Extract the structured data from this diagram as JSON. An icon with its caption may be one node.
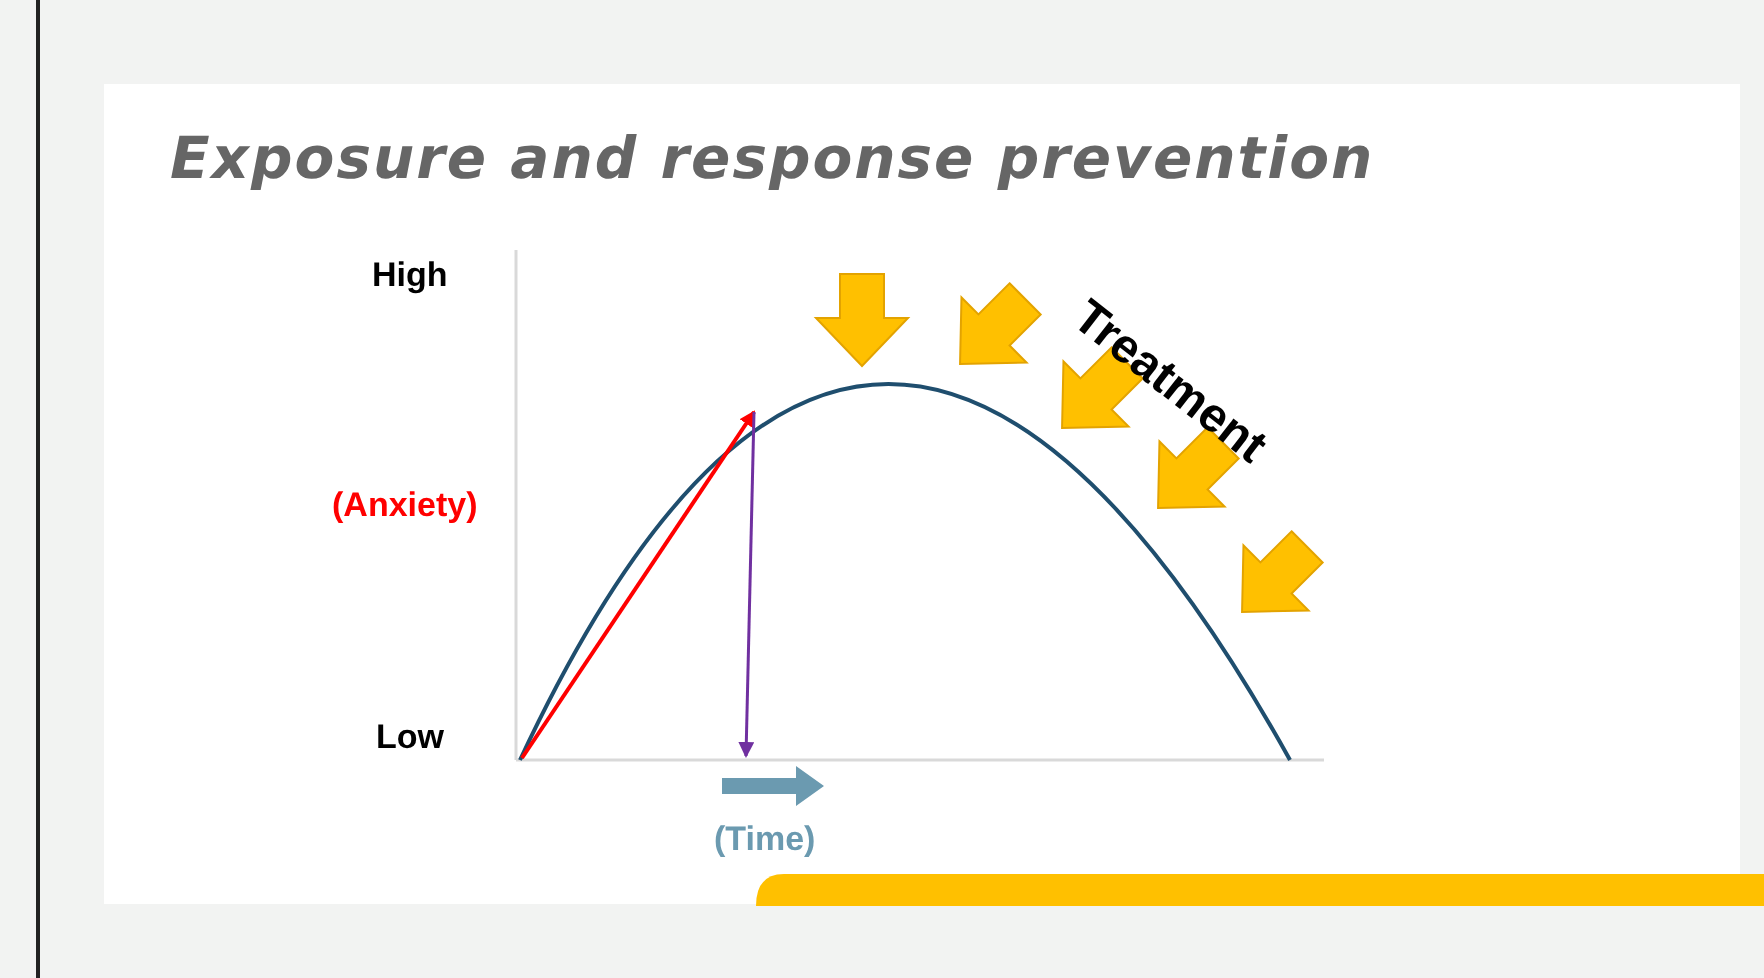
{
  "diagram": {
    "title": "Exposure and response prevention",
    "labels": [
      "Treatment",
      "High",
      "(Anxiety)",
      "Low",
      "(Time)"
    ]
  }
}
